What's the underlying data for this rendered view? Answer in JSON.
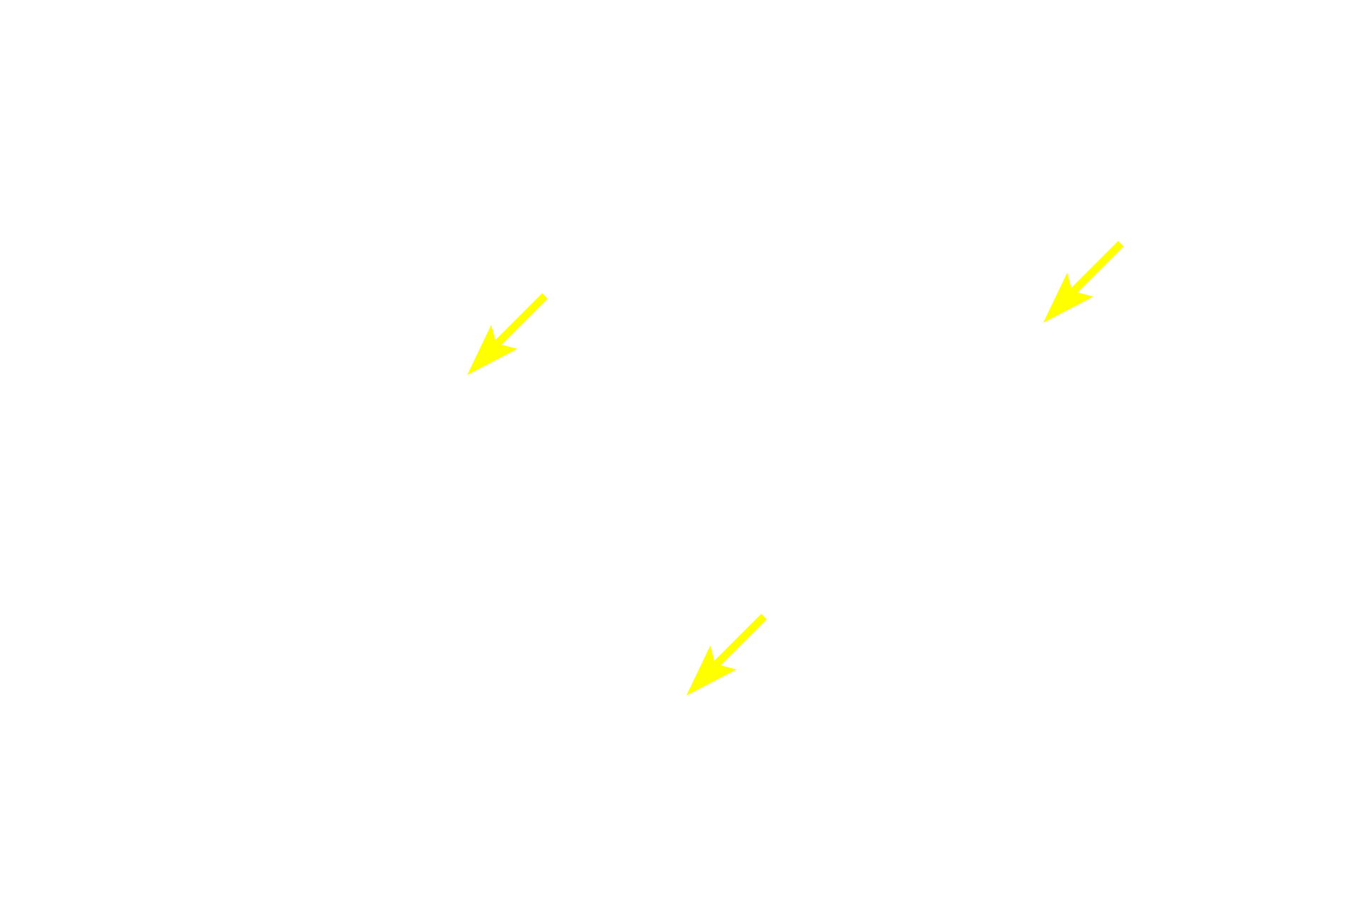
{
  "annotation": {
    "arrow_color": "#ffff00",
    "arrow_direction": "down-left",
    "arrows": [
      {
        "id": "arrow-1",
        "icon": "arrow-down-left-icon"
      },
      {
        "id": "arrow-2",
        "icon": "arrow-down-left-icon"
      },
      {
        "id": "arrow-3",
        "icon": "arrow-down-left-icon"
      }
    ]
  }
}
